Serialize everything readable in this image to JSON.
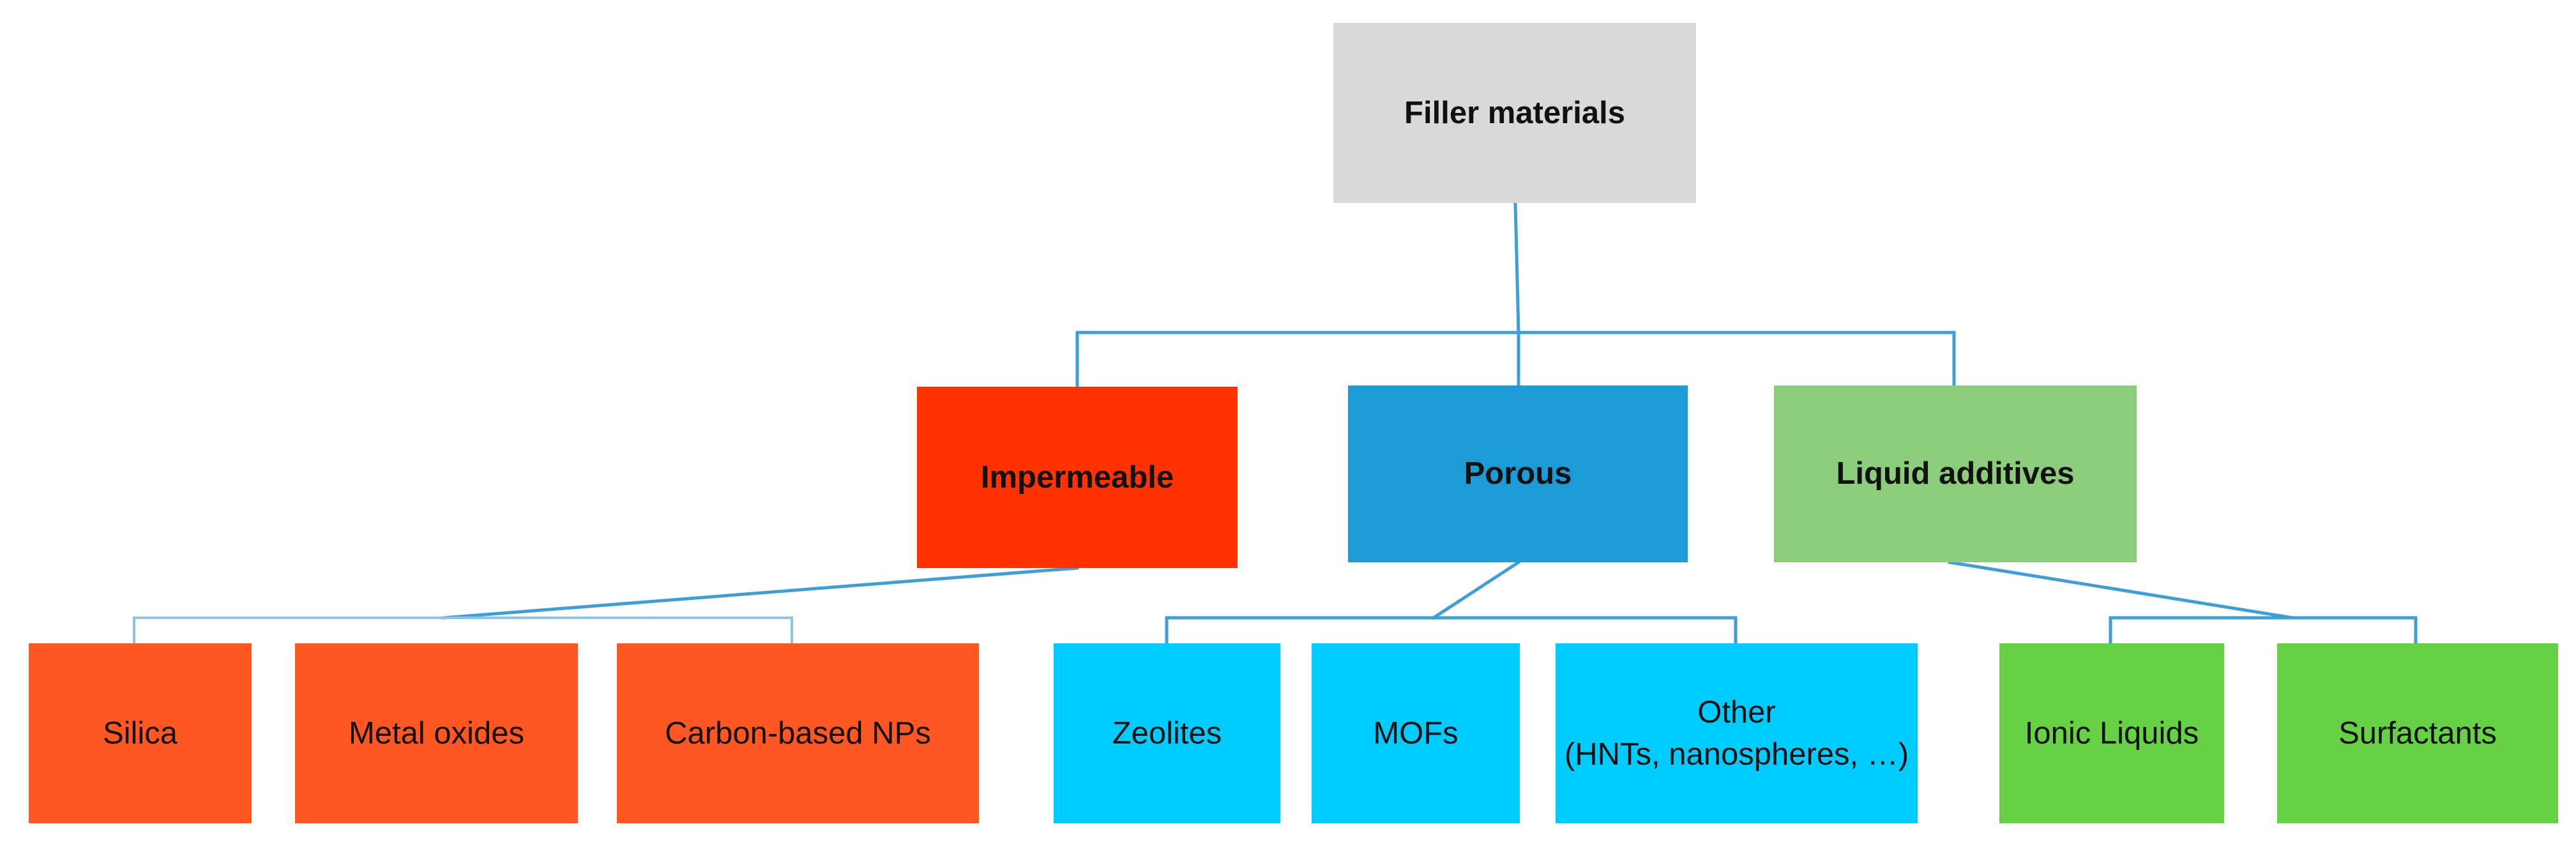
{
  "colors": {
    "root": "#D9D9D9",
    "impermeable": "#FF3300",
    "impermeable_children": "#FF5722",
    "porous": "#1B9CD7",
    "porous_children": "#00CCFF",
    "liquid": "#8CCD7C",
    "liquid_children": "#66D144",
    "connector": "#3E9ED9",
    "connector_light": "#8CC4E6"
  },
  "root": {
    "label": "Filler materials"
  },
  "categories": [
    {
      "id": "impermeable",
      "label": "Impermeable",
      "children": [
        "Silica",
        "Metal oxides",
        "Carbon-based NPs"
      ]
    },
    {
      "id": "porous",
      "label": "Porous",
      "children": [
        "Zeolites",
        "MOFs",
        "Other\n(HNTs, nanospheres, …)"
      ]
    },
    {
      "id": "liquid",
      "label": "Liquid additives",
      "children": [
        "Ionic Liquids",
        "Surfactants"
      ]
    }
  ]
}
